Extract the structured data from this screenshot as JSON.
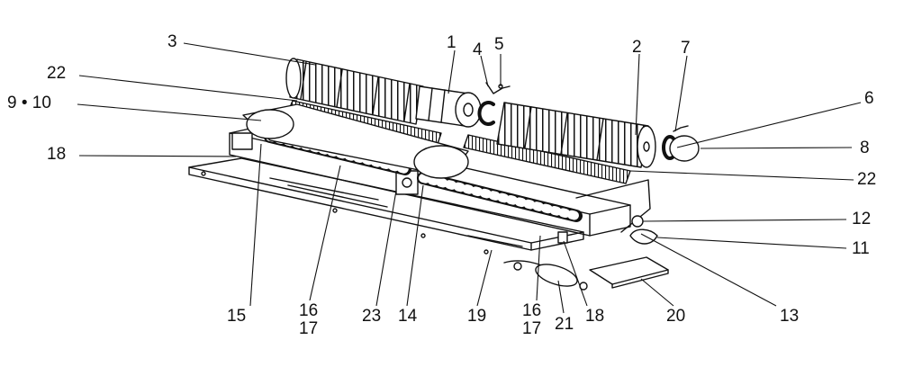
{
  "labels": {
    "l1": "1",
    "l2": "2",
    "l3": "3",
    "l4": "4",
    "l5": "5",
    "l6": "6",
    "l7": "7",
    "l8": "8",
    "l9_10": "9 • 10",
    "l11": "11",
    "l12": "12",
    "l13": "13",
    "l14": "14",
    "l15": "15",
    "l16a": "16",
    "l17a": "17",
    "l16b": "16",
    "l17b": "17",
    "l18a": "18",
    "l18b": "18",
    "l19": "19",
    "l20": "20",
    "l21": "21",
    "l22a": "22",
    "l22b": "22",
    "l23": "23"
  },
  "colors": {
    "ink": "#111111",
    "paper": "#ffffff"
  }
}
